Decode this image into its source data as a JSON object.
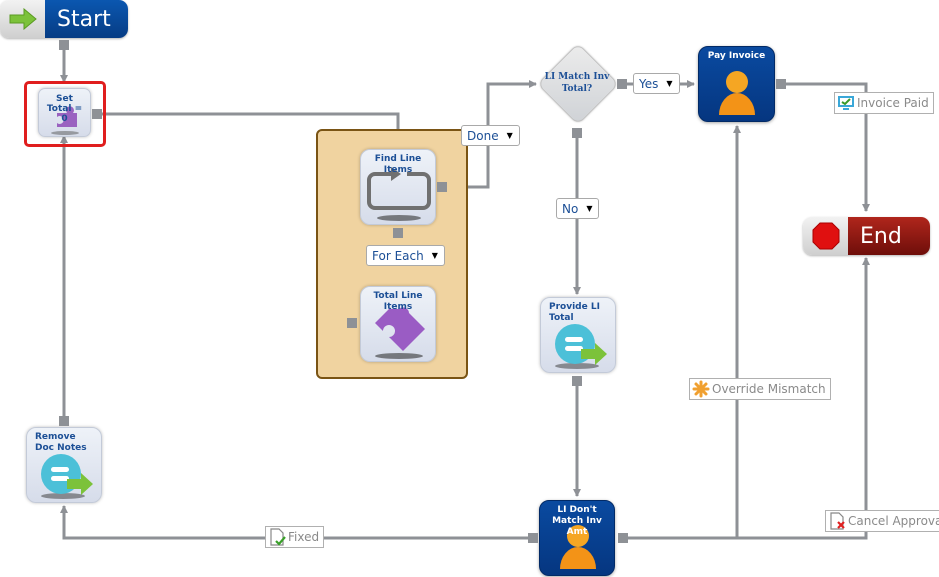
{
  "diagram": {
    "type": "workflow",
    "start": {
      "label": "Start",
      "icon": "arrow-right-icon"
    },
    "end": {
      "label": "End",
      "icon": "stop-sign-icon"
    },
    "nodes": {
      "set_total": {
        "label": "Set Total = 0",
        "icon": "puzzle-icon",
        "selected": true
      },
      "find_line_items": {
        "label": "Find Line Items",
        "icon": "loop-icon"
      },
      "total_line_items": {
        "label": "Total Line Items",
        "icon": "puzzle-icon"
      },
      "li_match": {
        "label": "LI Match Inv Total?",
        "shape": "decision"
      },
      "pay_invoice": {
        "label": "Pay Invoice",
        "icon": "user-icon"
      },
      "provide_li_total": {
        "label": "Provide LI Total",
        "icon": "form-submit-icon"
      },
      "li_dont_match": {
        "label": "LI Don't Match Inv Amt",
        "icon": "user-icon"
      },
      "remove_doc_notes": {
        "label": "Remove Doc Notes",
        "icon": "form-submit-icon"
      }
    },
    "loop_container": {
      "contains": [
        "Find Line Items",
        "Total Line Items"
      ]
    },
    "connector_dropdowns": {
      "done": "Done",
      "for_each": "For Each",
      "yes": "Yes",
      "no": "No"
    },
    "connector_tags": {
      "invoice_paid": {
        "label": "Invoice Paid",
        "icon": "monitor-check-icon"
      },
      "override_mismatch": {
        "label": "Override Mismatch",
        "icon": "asterisk-icon"
      },
      "cancel_approval": {
        "label": "Cancel Approval",
        "icon": "document-x-icon"
      },
      "fixed": {
        "label": "Fixed",
        "icon": "document-check-icon"
      }
    },
    "edges": [
      {
        "from": "Start",
        "to": "Set Total = 0"
      },
      {
        "from": "Set Total = 0",
        "to": "Find Line Items"
      },
      {
        "from": "Find Line Items",
        "to": "Total Line Items",
        "label": "For Each"
      },
      {
        "from": "Total Line Items",
        "to": "Find Line Items"
      },
      {
        "from": "Find Line Items",
        "to": "LI Match Inv Total?",
        "label": "Done"
      },
      {
        "from": "LI Match Inv Total?",
        "to": "Pay Invoice",
        "label": "Yes"
      },
      {
        "from": "LI Match Inv Total?",
        "to": "Provide LI Total",
        "label": "No"
      },
      {
        "from": "Pay Invoice",
        "to": "End",
        "label": "Invoice Paid"
      },
      {
        "from": "Provide LI Total",
        "to": "LI Don't Match Inv Amt"
      },
      {
        "from": "LI Don't Match Inv Amt",
        "to": "Pay Invoice",
        "label": "Override Mismatch"
      },
      {
        "from": "LI Don't Match Inv Amt",
        "to": "End",
        "label": "Cancel Approval"
      },
      {
        "from": "LI Don't Match Inv Amt",
        "to": "Remove Doc Notes",
        "label": "Fixed"
      },
      {
        "from": "Remove Doc Notes",
        "to": "Set Total = 0"
      }
    ],
    "colors": {
      "connector": "#8e9196",
      "selection": "#e01e1e",
      "loop_fill": "#f0d3a0",
      "loop_border": "#7a5414",
      "start_blue": "#063c84",
      "end_red": "#8e1a12",
      "label_blue": "#1c4f96"
    }
  }
}
